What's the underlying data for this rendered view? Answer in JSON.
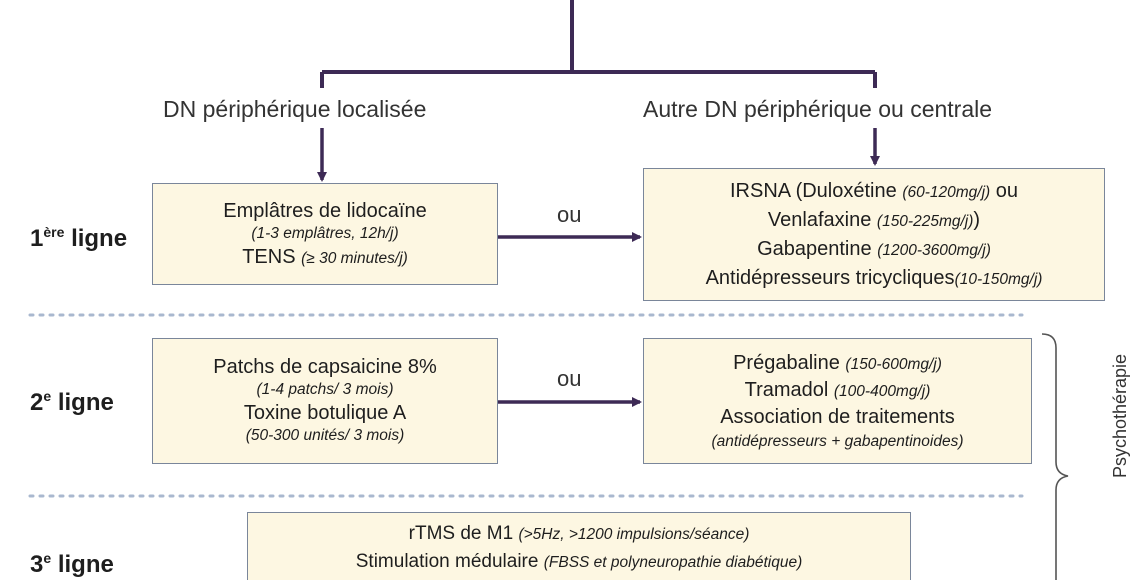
{
  "branches": {
    "left": "DN périphérique localisée",
    "right": "Autre DN périphérique ou centrale"
  },
  "connector_label": "ou",
  "rows": [
    {
      "label_num": "1",
      "label_sup": "ère",
      "label_word": "ligne",
      "left_box": {
        "l1": "Emplâtres de lidocaïne",
        "l2": "(1-3 emplâtres, 12h/j)",
        "l3_main": "TENS",
        "l3_detail": "(≥ 30 minutes/j)"
      },
      "right_box": {
        "l1_main": "IRSNA (Duloxétine",
        "l1_detail": "(60-120mg/j)",
        "l1_tail": "ou",
        "l2_main": "Venlafaxine",
        "l2_detail": "(150-225mg/j)",
        "l2_tail": ")",
        "l3_main": "Gabapentine",
        "l3_detail": "(1200-3600mg/j)",
        "l4_main": "Antidépresseurs tricycliques",
        "l4_detail": "(10-150mg/j)"
      }
    },
    {
      "label_num": "2",
      "label_sup": "e",
      "label_word": "ligne",
      "left_box": {
        "l1": "Patchs de capsaicine 8%",
        "l2": "(1-4 patchs/ 3 mois)",
        "l3": "Toxine botulique A",
        "l4": "(50-300 unités/ 3 mois)"
      },
      "right_box": {
        "l1_main": "Prégabaline",
        "l1_detail": "(150-600mg/j)",
        "l2_main": "Tramadol",
        "l2_detail": "(100-400mg/j)",
        "l3": "Association de traitements",
        "l4": "(antidépresseurs + gabapentinoides)"
      }
    },
    {
      "label_num": "3",
      "label_sup": "e",
      "label_word": "ligne",
      "box": {
        "l1_main": "rTMS de M1",
        "l1_detail": "(>5Hz, >1200 impulsions/séance)",
        "l2_main": "Stimulation médulaire",
        "l2_detail": "(FBSS et polyneuropathie diabétique)"
      }
    }
  ],
  "side_label": "Psychothérapie",
  "colors": {
    "connector": "#3d2a55",
    "box_fill": "#fdf7e2",
    "box_border": "#7a869a",
    "dotted": "#a9b8cf"
  }
}
